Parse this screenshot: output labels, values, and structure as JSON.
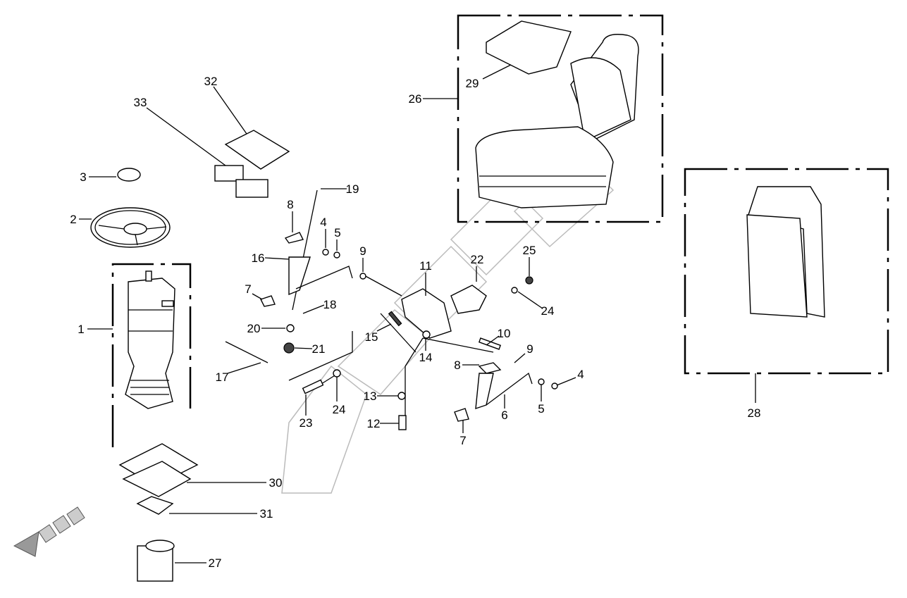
{
  "diagram": {
    "corner_mark": "",
    "watermark": "logo",
    "callouts": [
      "32",
      "33",
      "3",
      "2",
      "1",
      "8",
      "19",
      "4",
      "5",
      "9",
      "16",
      "11",
      "22",
      "25",
      "7",
      "18",
      "24",
      "20",
      "15",
      "21",
      "10",
      "14",
      "9",
      "17",
      "8",
      "4",
      "24",
      "13",
      "23",
      "5",
      "6",
      "12",
      "7",
      "30",
      "31",
      "27",
      "26",
      "29",
      "28"
    ]
  }
}
